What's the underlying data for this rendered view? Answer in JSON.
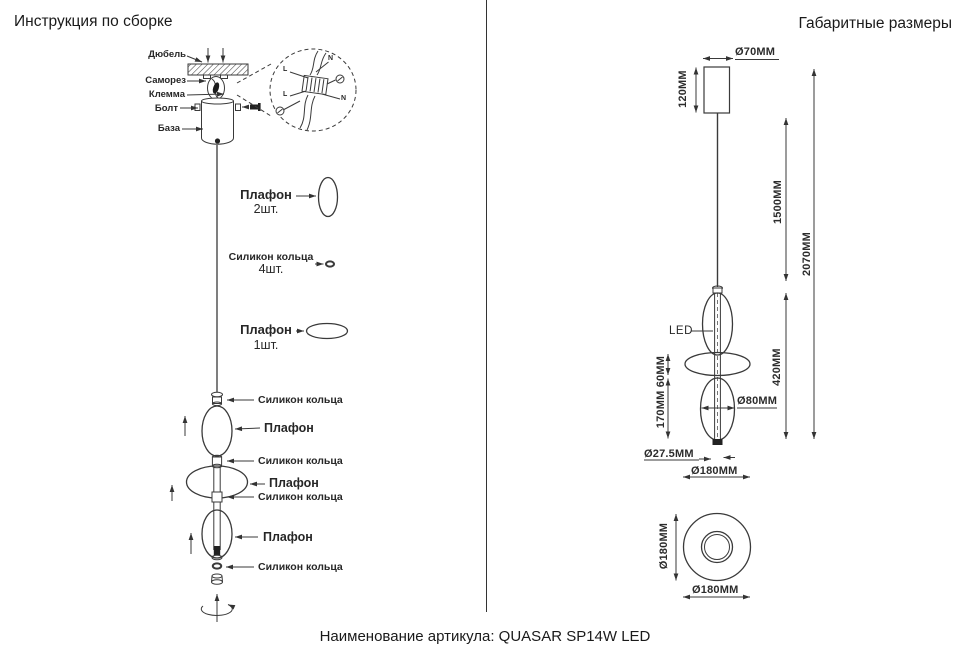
{
  "header": {
    "left_title": "Инструкция по сборке",
    "right_title": "Габаритные размеры"
  },
  "footer": {
    "caption": "Наименование артикула: QUASAR SP14W LED"
  },
  "assembly": {
    "mount_labels": {
      "dowel": "Дюбель",
      "screw": "Саморез",
      "clamp": "Клемма",
      "bolt": "Болт",
      "base": "База"
    },
    "wiring_labels": {
      "l_top": "L",
      "n_top": "N",
      "l_mid": "L",
      "n_mid": "N"
    },
    "parts": [
      {
        "label": "Плафон",
        "qty": "2шт."
      },
      {
        "label": "Силикон кольца",
        "qty": "4шт."
      },
      {
        "label": "Плафон",
        "qty": "1шт."
      }
    ],
    "stack": [
      {
        "label": "Силикон кольца"
      },
      {
        "label": "Плафон"
      },
      {
        "label": "Силикон кольца"
      },
      {
        "label": "Плафон"
      },
      {
        "label": "Силикон кольца"
      },
      {
        "label": "Плафон"
      },
      {
        "label": "Силикон кольца"
      }
    ]
  },
  "dimensions": {
    "canopy_diameter": "Ø70MM",
    "canopy_height": "120MM",
    "cable_length": "1500MM",
    "overall_height": "2070MM",
    "fixture_height": "420MM",
    "shade_heights": "170MM 60MM",
    "shade_diameter": "Ø80MM",
    "stem_diameter": "Ø27.5MM",
    "disc_diameter_side": "Ø180MM",
    "led": "LED",
    "bottom_view_diameter_v": "Ø180MM",
    "bottom_view_diameter_h": "Ø180MM"
  }
}
